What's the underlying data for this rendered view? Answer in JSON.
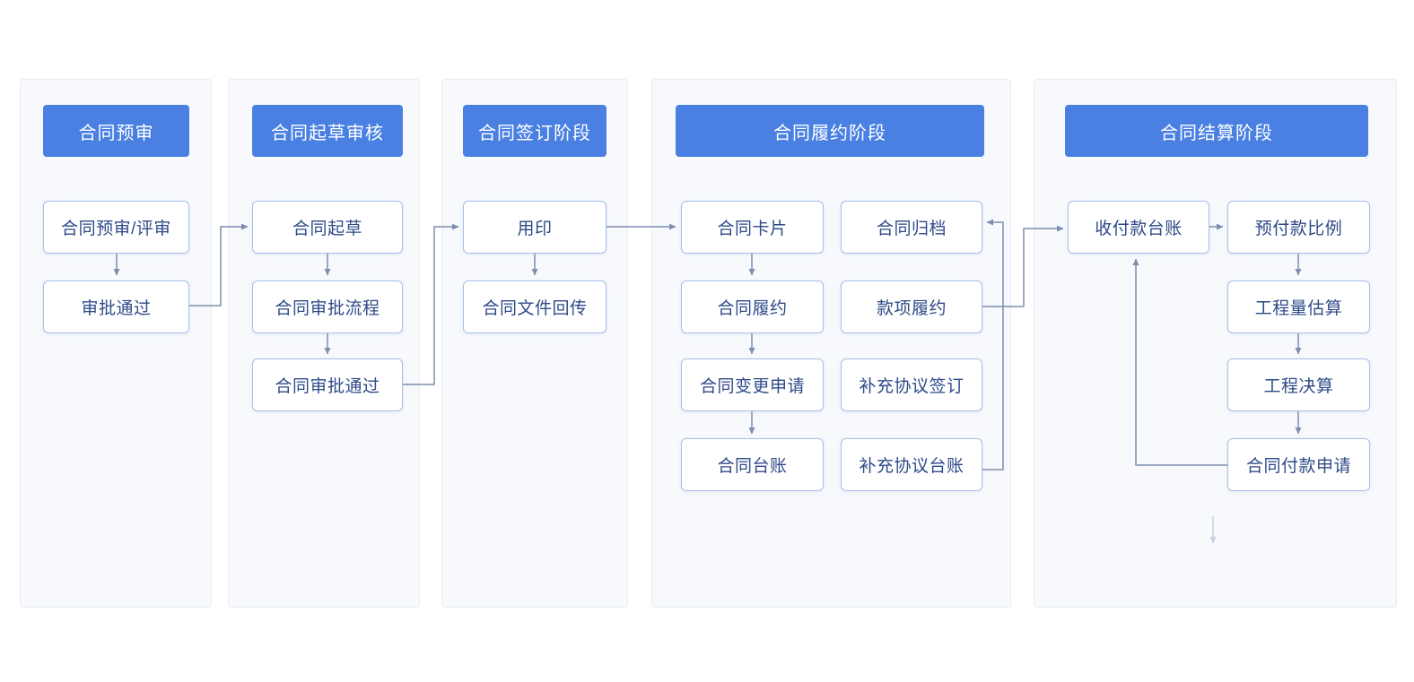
{
  "diagram": {
    "panels": [
      {
        "header": "合同预审",
        "items": [
          "合同预审/评审",
          "审批通过"
        ]
      },
      {
        "header": "合同起草审核",
        "items": [
          "合同起草",
          "合同审批流程",
          "合同审批通过"
        ]
      },
      {
        "header": "合同签订阶段",
        "items": [
          "用印",
          "合同文件回传"
        ]
      },
      {
        "header": "合同履约阶段",
        "col_left": [
          "合同卡片",
          "合同履约",
          "合同变更申请",
          "合同台账"
        ],
        "col_right": [
          "合同归档",
          "款项履约",
          "补充协议签订",
          "补充协议台账"
        ]
      },
      {
        "header": "合同结算阶段",
        "col_left": [
          "收付款台账"
        ],
        "col_right": [
          "预付款比例",
          "工程量估算",
          "工程决算",
          "合同付款申请"
        ]
      }
    ],
    "edges": [
      {
        "from": "合同预审/评审",
        "to": "审批通过"
      },
      {
        "from": "审批通过",
        "to": "合同起草"
      },
      {
        "from": "合同起草",
        "to": "合同审批流程"
      },
      {
        "from": "合同审批流程",
        "to": "合同审批通过"
      },
      {
        "from": "合同审批通过",
        "to": "用印"
      },
      {
        "from": "用印",
        "to": "合同文件回传"
      },
      {
        "from": "用印",
        "to": "合同卡片"
      },
      {
        "from": "合同卡片",
        "to": "合同履约"
      },
      {
        "from": "合同履约",
        "to": "合同变更申请"
      },
      {
        "from": "合同变更申请",
        "to": "合同台账"
      },
      {
        "from": "款项履约",
        "to": "收付款台账"
      },
      {
        "from": "补充协议台账",
        "to": "合同归档"
      },
      {
        "from": "收付款台账",
        "to": "预付款比例"
      },
      {
        "from": "预付款比例",
        "to": "工程量估算"
      },
      {
        "from": "工程量估算",
        "to": "工程决算"
      },
      {
        "from": "工程决算",
        "to": "合同付款申请"
      },
      {
        "from": "合同付款申请",
        "to": "收付款台账"
      }
    ],
    "colors": {
      "stage_header_bg": "#4a80e2",
      "stage_header_text": "#ffffff",
      "node_bg": "#ffffff",
      "node_border": "#a6bfe9",
      "node_text": "#2e4a88",
      "panel_bg": "#f7f9fc",
      "panel_border": "#e8ecf3",
      "connector": "#7d8eae",
      "connector_faint": "#c8d1e0"
    }
  }
}
